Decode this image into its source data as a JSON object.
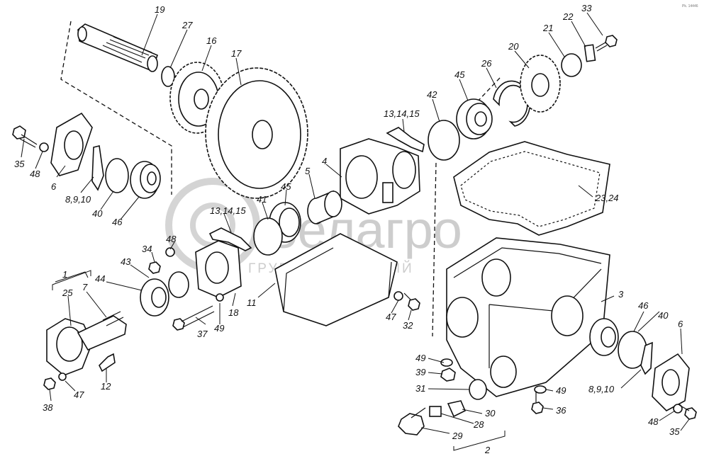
{
  "watermark": {
    "brand": "белагро",
    "subtitle": "ГРУППА КОМПАНИЙ"
  },
  "corner_mark": "Pk. 14446",
  "labels": {
    "l1": "1",
    "l2": "2",
    "l3": "3",
    "l4": "4",
    "l5": "5",
    "l6a": "6",
    "l6b": "6",
    "l7": "7",
    "l8910a": "8,9,10",
    "l8910b": "8,9,10",
    "l11": "11",
    "l12": "12",
    "l131415a": "13,14,15",
    "l131415b": "13,14,15",
    "l16": "16",
    "l17": "17",
    "l18": "18",
    "l19": "19",
    "l20": "20",
    "l21": "21",
    "l22": "22",
    "l2324": "23,24",
    "l25": "25",
    "l26": "26",
    "l27": "27",
    "l28": "28",
    "l29": "29",
    "l30": "30",
    "l31": "31",
    "l32": "32",
    "l33": "33",
    "l34": "34",
    "l35a": "35",
    "l35b": "35",
    "l36": "36",
    "l37": "37",
    "l38": "38",
    "l39": "39",
    "l40a": "40",
    "l40b": "40",
    "l41": "41",
    "l42": "42",
    "l43": "43",
    "l44": "44",
    "l45a": "45",
    "l45b": "45",
    "l46a": "46",
    "l46b": "46",
    "l47a": "47",
    "l47b": "47",
    "l48a": "48",
    "l48b": "48",
    "l48c": "48",
    "l49a": "49",
    "l49b": "49",
    "l49c": "49"
  }
}
